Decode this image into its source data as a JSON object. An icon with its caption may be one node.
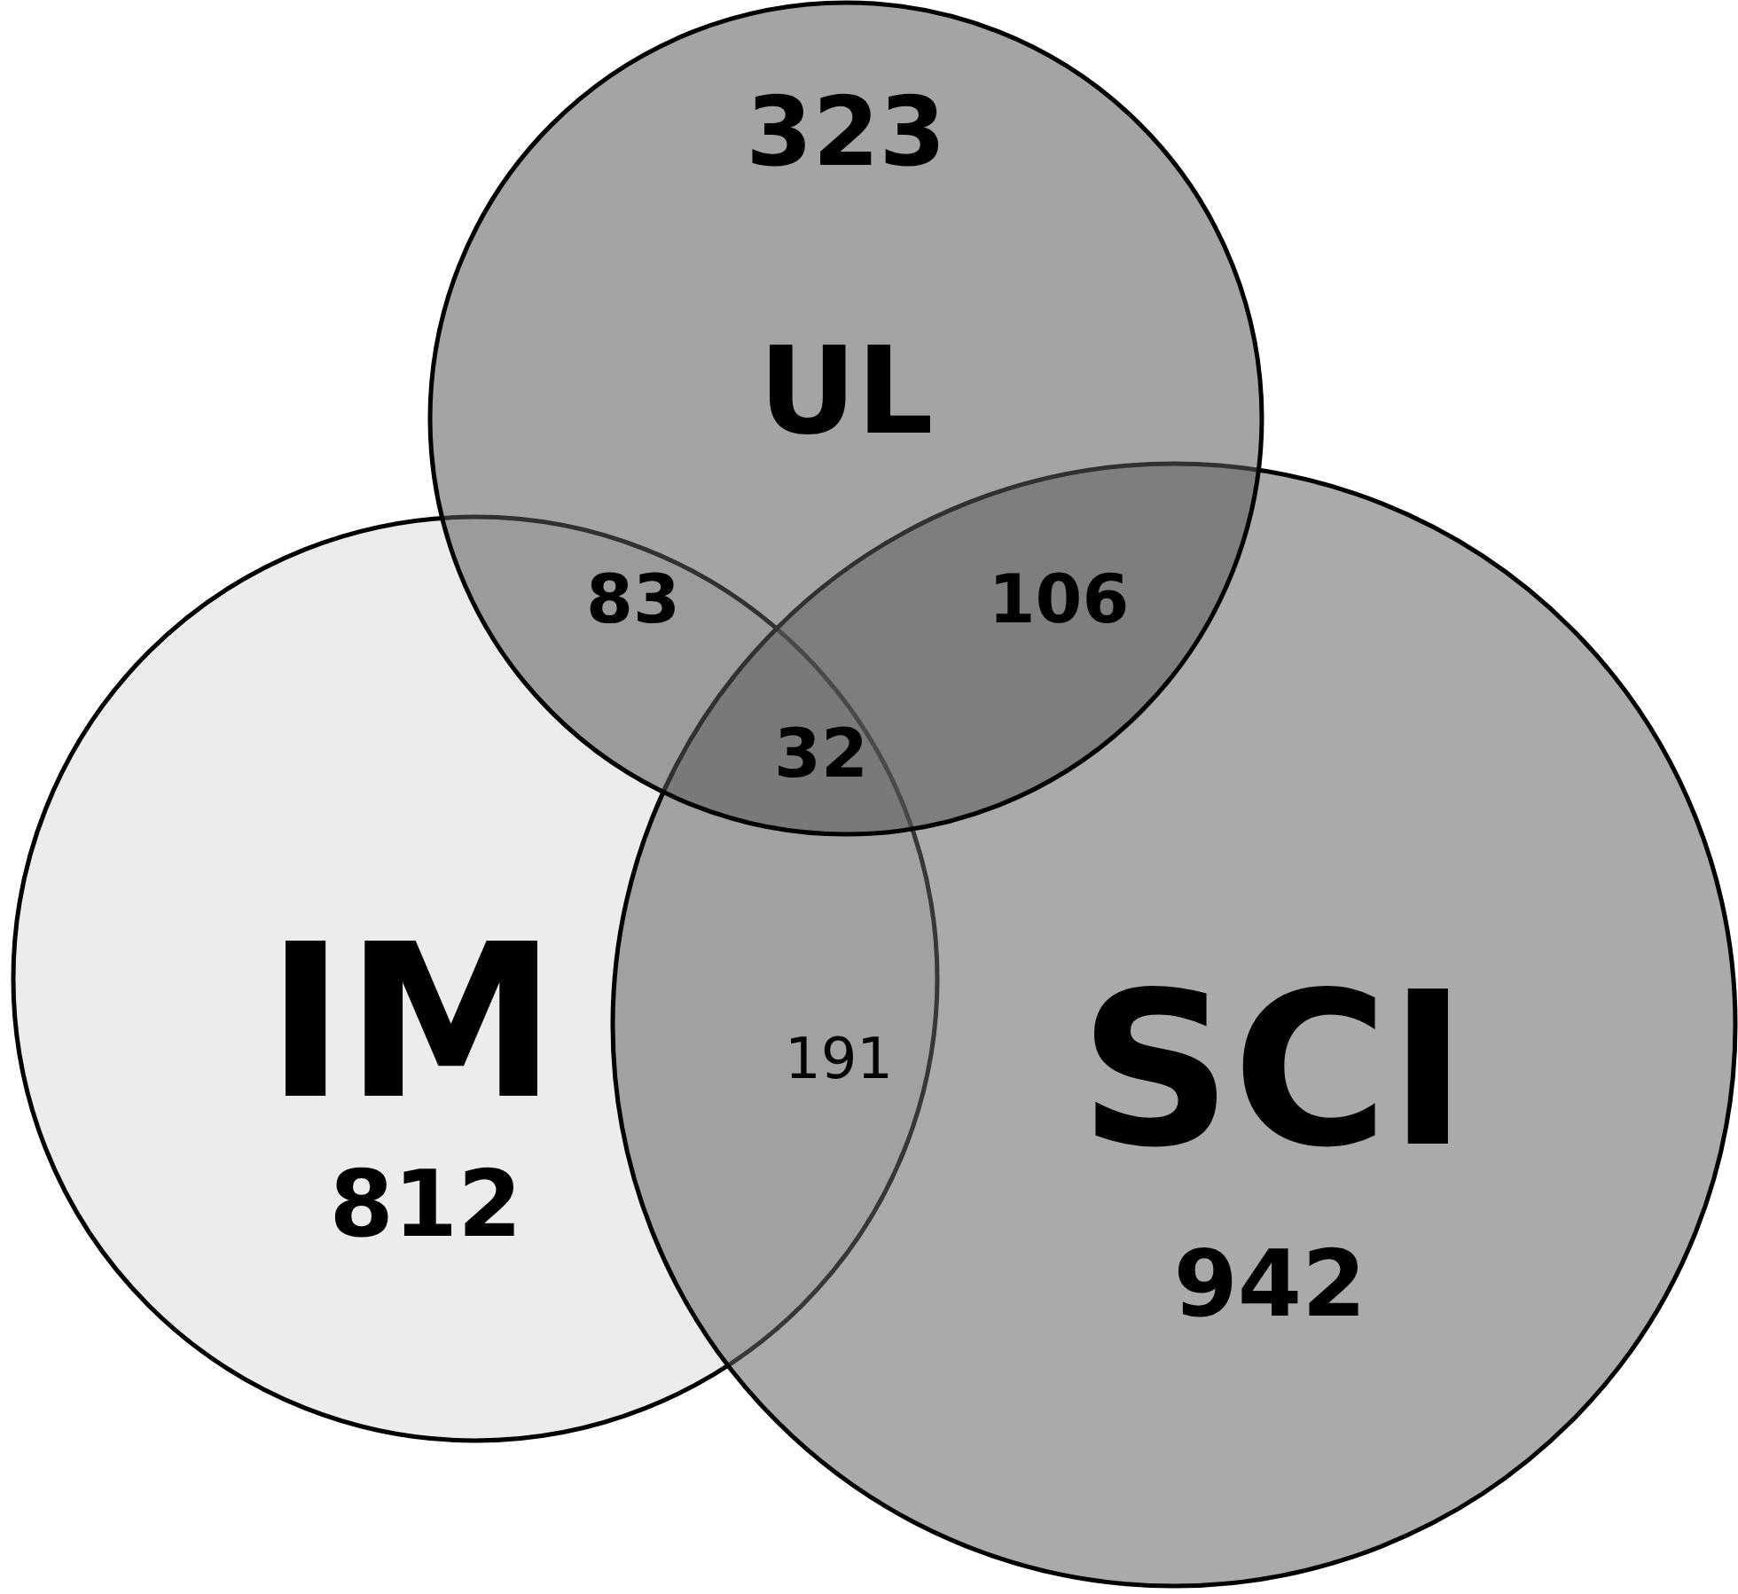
{
  "diagram": {
    "nodes": [
      {
        "text": [
          "323",
          "UL"
        ]
      },
      {
        "text": [
          "IM",
          "812"
        ]
      },
      {
        "text": [
          "SCI",
          "942"
        ]
      }
    ],
    "labels": [
      "83",
      "106",
      "32",
      "191"
    ]
  }
}
